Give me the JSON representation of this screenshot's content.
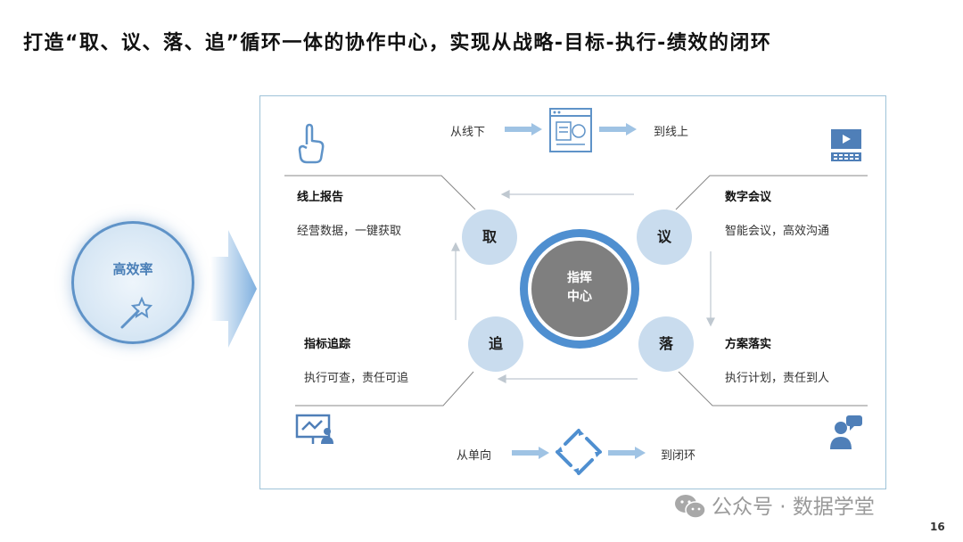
{
  "slide": {
    "title": "打造“取、议、落、追”循环一体的协作中心，实现从战略-目标-执行-绩效的闭环",
    "page_number": "16"
  },
  "efficiency": {
    "label": "高效率",
    "icon": "magic-wand-icon"
  },
  "top_flow": {
    "from": "从线下",
    "to": "到线上",
    "icon": "online-document-icon"
  },
  "bottom_flow": {
    "from": "从单向",
    "to": "到闭环",
    "icon": "cycle-arrows-icon"
  },
  "corner_icons": {
    "top_left": "hand-pointer-icon",
    "top_right": "computer-icon",
    "bottom_left": "presentation-icon",
    "bottom_right": "user-chat-icon"
  },
  "blocks": {
    "top_left": {
      "title": "线上报告",
      "desc": "经营数据，一键获取"
    },
    "top_right": {
      "title": "数字会议",
      "desc": "智能会议，高效沟通"
    },
    "bottom_left": {
      "title": "指标追踪",
      "desc": "执行可查，责任可追"
    },
    "bottom_right": {
      "title": "方案落实",
      "desc": "执行计划，责任到人"
    }
  },
  "nodes": {
    "qu": "取",
    "yi": "议",
    "luo": "落",
    "zhui": "追"
  },
  "hub": {
    "line1": "指挥",
    "line2": "中心"
  },
  "watermark": "公众号 · 数据学堂",
  "colors": {
    "accent": "#4f8fd0",
    "node": "#c9dcee",
    "hub_core": "#7f7f7f",
    "arrow": "#9fc3e4"
  }
}
